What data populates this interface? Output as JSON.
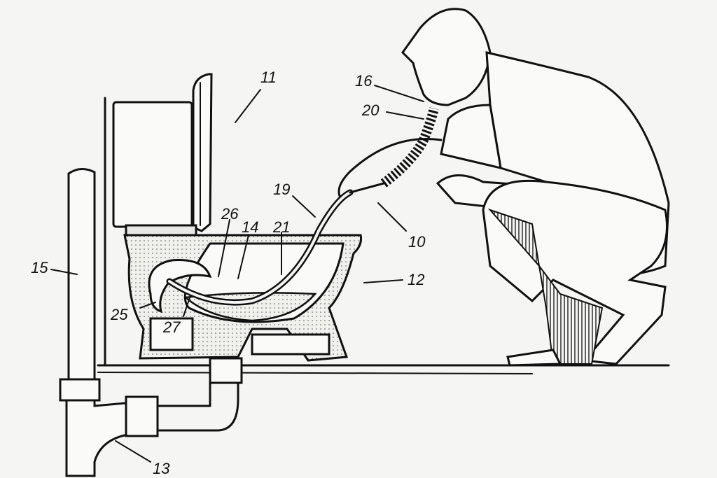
{
  "figure": {
    "labels": {
      "l11": "11",
      "l16": "16",
      "l20": "20",
      "l19": "19",
      "l26": "26",
      "l14": "14",
      "l21": "21",
      "l10": "10",
      "l15": "15",
      "l12": "12",
      "l25": "25",
      "l27": "27",
      "l13": "13"
    },
    "ink_color": "#111111",
    "paper_color": "#f5f5f3"
  }
}
